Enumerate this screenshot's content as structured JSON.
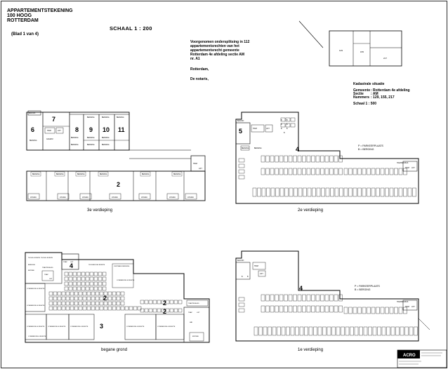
{
  "header": {
    "title_lines": [
      "APPARTEMENTSTEKENING",
      "100 HOOG",
      "ROTTERDAM"
    ],
    "sheet": "(Blad 1 van 4)",
    "scale": "SCHAAL   1 : 200"
  },
  "deed": {
    "lines": [
      "Voorgenomen ondersplitsing in 112",
      "appartementsrechten van het",
      "appartementsrecht gemeente",
      "Rotterdam 4e afdeling sectie AM",
      "nr.        A1"
    ],
    "place": "Rotterdam,",
    "notary": "De notaris,"
  },
  "cadastral": {
    "title": "Kadastrale situatie",
    "rows": [
      {
        "k": "Gemeente",
        "v": ":   Rotterdam 4e afdeling"
      },
      {
        "k": "Sectie",
        "v": ":   AM"
      },
      {
        "k": "Nummers",
        "v": ":   129, 155, 217"
      }
    ],
    "scale": "Schaal      1 : 500",
    "parcels": [
      "129",
      "155",
      "217"
    ]
  },
  "legend": {
    "p_line": "P = PARKEERPLAATS",
    "b_line": "B = BERGING"
  },
  "floors": {
    "f3": {
      "caption": "3e verdieping",
      "units": [
        "6",
        "7",
        "8",
        "9",
        "10",
        "11",
        "2"
      ],
      "small": [
        "BALKON",
        "BERGING",
        "TRAP",
        "LIFT",
        "GALERIJ",
        "BERGING",
        "BERGING",
        "BERGING",
        "BERGING",
        "BERGING",
        "BERGING",
        "BERGING",
        "BERGING",
        "BERGING",
        "LOGGIA",
        "LOGGIA",
        "LOGGIA",
        "LOGGIA",
        "LOGGIA",
        "LOGGIA",
        "LOGGIA",
        "BERGING",
        "BERGING",
        "BERGING",
        "BERGING",
        "BERGING",
        "BERGING",
        "TRAP",
        "LIFT"
      ]
    },
    "f2": {
      "caption": "2e verdieping",
      "units": [
        "5",
        "4"
      ],
      "small": [
        "BALKON",
        "TRAP",
        "LIFT",
        "BERGING",
        "BERGING",
        "B",
        "B",
        "B",
        "B",
        "B",
        "B",
        "B",
        "TRAPPENHUIS",
        "TRAP",
        "LIFT"
      ]
    },
    "f0": {
      "caption": "begane grond",
      "units": [
        "4",
        "2",
        "2",
        "2",
        "3"
      ],
      "small": [
        "TRAP",
        "LIFT",
        "BERGING",
        "TECHN. RUIMTE",
        "TECHN. RUIMTE",
        "TRAPPENHUIS",
        "ENTREE",
        "TECHNISCHE RUIMTE",
        "CENTRALE BERGING",
        "COMMERCIELE RUIMTE",
        "COMMERCIELE RUIMTE",
        "COMMERCIELE RUIMTE",
        "COMMERCIELE RUIMTE",
        "COMMERCIELE RUIMTE",
        "COMMERCIELE RUIMTE",
        "COMMERCIELE RUIMTE",
        "COMMERCIELE RUIMTE",
        "COMMERCIELE RUIMTE",
        "TRAP",
        "LIFT",
        "ENTREE",
        "TRAPPENHUIS",
        "HAL",
        "TRAP",
        "LIFT"
      ]
    },
    "f1": {
      "caption": "1e verdieping",
      "units": [
        "4"
      ],
      "small": [
        "BALKON",
        "TRAP",
        "LIFT",
        "B",
        "B",
        "TRAPPENHUIS",
        "TRAP",
        "LIFT"
      ]
    }
  },
  "titleblock": {
    "logo": "ACRO"
  }
}
